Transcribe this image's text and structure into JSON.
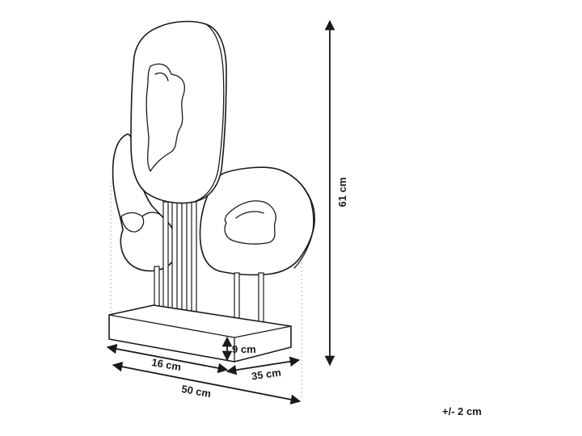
{
  "dimensions": {
    "height": "61 cm",
    "base_height": "9 cm",
    "base_depth": "16 cm",
    "depth": "35 cm",
    "width": "50 cm",
    "tolerance": "+/- 2 cm"
  },
  "icons": {
    "product": "sculpture-drawing-icon"
  }
}
